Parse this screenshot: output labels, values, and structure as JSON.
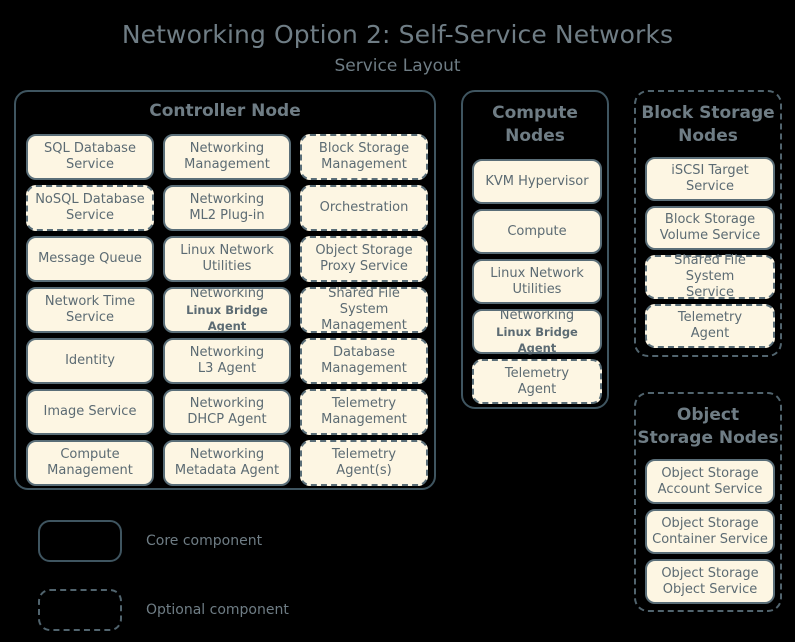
{
  "diagram": {
    "title": "Networking Option 2: Self-Service Networks",
    "subtitle": "Service Layout",
    "colors": {
      "background": "#000000",
      "box_fill": "#fdf6e3",
      "box_border": "#5a6e78",
      "text": "#5c6b73",
      "title_text": "#6f7d85",
      "container_border": "#3f5560"
    }
  },
  "controller_node": {
    "title": "Controller Node",
    "style": "solid",
    "services": [
      {
        "line1": "SQL Database",
        "line2": "Service",
        "style": "solid"
      },
      {
        "line1": "Networking",
        "line2": "Management",
        "style": "solid"
      },
      {
        "line1": "Block Storage",
        "line2": "Management",
        "style": "dashed"
      },
      {
        "line1": "NoSQL Database",
        "line2": "Service",
        "style": "dashed"
      },
      {
        "line1": "Networking",
        "line2": "ML2 Plug-in",
        "style": "solid"
      },
      {
        "line1": "Orchestration",
        "line2": "",
        "style": "dashed"
      },
      {
        "line1": "Message Queue",
        "line2": "",
        "style": "solid"
      },
      {
        "line1": "Linux Network",
        "line2": "Utilities",
        "style": "solid"
      },
      {
        "line1": "Object Storage",
        "line2": "Proxy Service",
        "style": "dashed"
      },
      {
        "line1": "Network Time",
        "line2": "Service",
        "style": "solid"
      },
      {
        "line1": "Networking",
        "line2": "Linux Bridge Agent",
        "style": "solid",
        "small_sub": true
      },
      {
        "line1": "Shared File System",
        "line2": "Management",
        "style": "dashed"
      },
      {
        "line1": "Identity",
        "line2": "",
        "style": "solid"
      },
      {
        "line1": "Networking",
        "line2": "L3 Agent",
        "style": "solid"
      },
      {
        "line1": "Database",
        "line2": "Management",
        "style": "dashed"
      },
      {
        "line1": "Image Service",
        "line2": "",
        "style": "solid"
      },
      {
        "line1": "Networking",
        "line2": "DHCP Agent",
        "style": "solid"
      },
      {
        "line1": "Telemetry",
        "line2": "Management",
        "style": "dashed"
      },
      {
        "line1": "Compute",
        "line2": "Management",
        "style": "solid"
      },
      {
        "line1": "Networking",
        "line2": "Metadata Agent",
        "style": "solid"
      },
      {
        "line1": "Telemetry",
        "line2": "Agent(s)",
        "style": "dashed"
      }
    ]
  },
  "compute_nodes": {
    "title_line1": "Compute",
    "title_line2": "Nodes",
    "style": "solid",
    "services": [
      {
        "line1": "KVM Hypervisor",
        "line2": "",
        "style": "solid"
      },
      {
        "line1": "Compute",
        "line2": "",
        "style": "solid"
      },
      {
        "line1": "Linux Network",
        "line2": "Utilities",
        "style": "solid"
      },
      {
        "line1": "Networking",
        "line2": "Linux Bridge Agent",
        "style": "solid",
        "small_sub": true
      },
      {
        "line1": "Telemetry",
        "line2": "Agent",
        "style": "dashed"
      }
    ]
  },
  "block_storage_nodes": {
    "title_line1": "Block Storage",
    "title_line2": "Nodes",
    "style": "dashed",
    "services": [
      {
        "line1": "iSCSI Target",
        "line2": "Service",
        "style": "solid"
      },
      {
        "line1": "Block Storage",
        "line2": "Volume Service",
        "style": "solid"
      },
      {
        "line1": "Shared File System",
        "line2": "Service",
        "style": "dashed"
      },
      {
        "line1": "Telemetry",
        "line2": "Agent",
        "style": "dashed"
      }
    ]
  },
  "object_storage_nodes": {
    "title_line1": "Object",
    "title_line2": "Storage Nodes",
    "style": "dashed",
    "services": [
      {
        "line1": "Object Storage",
        "line2": "Account Service",
        "style": "solid"
      },
      {
        "line1": "Object Storage",
        "line2": "Container Service",
        "style": "solid"
      },
      {
        "line1": "Object Storage",
        "line2": "Object Service",
        "style": "solid"
      }
    ]
  },
  "legend": {
    "items": [
      {
        "label": "Core component",
        "style": "solid"
      },
      {
        "label": "Optional component",
        "style": "dashed"
      }
    ]
  }
}
